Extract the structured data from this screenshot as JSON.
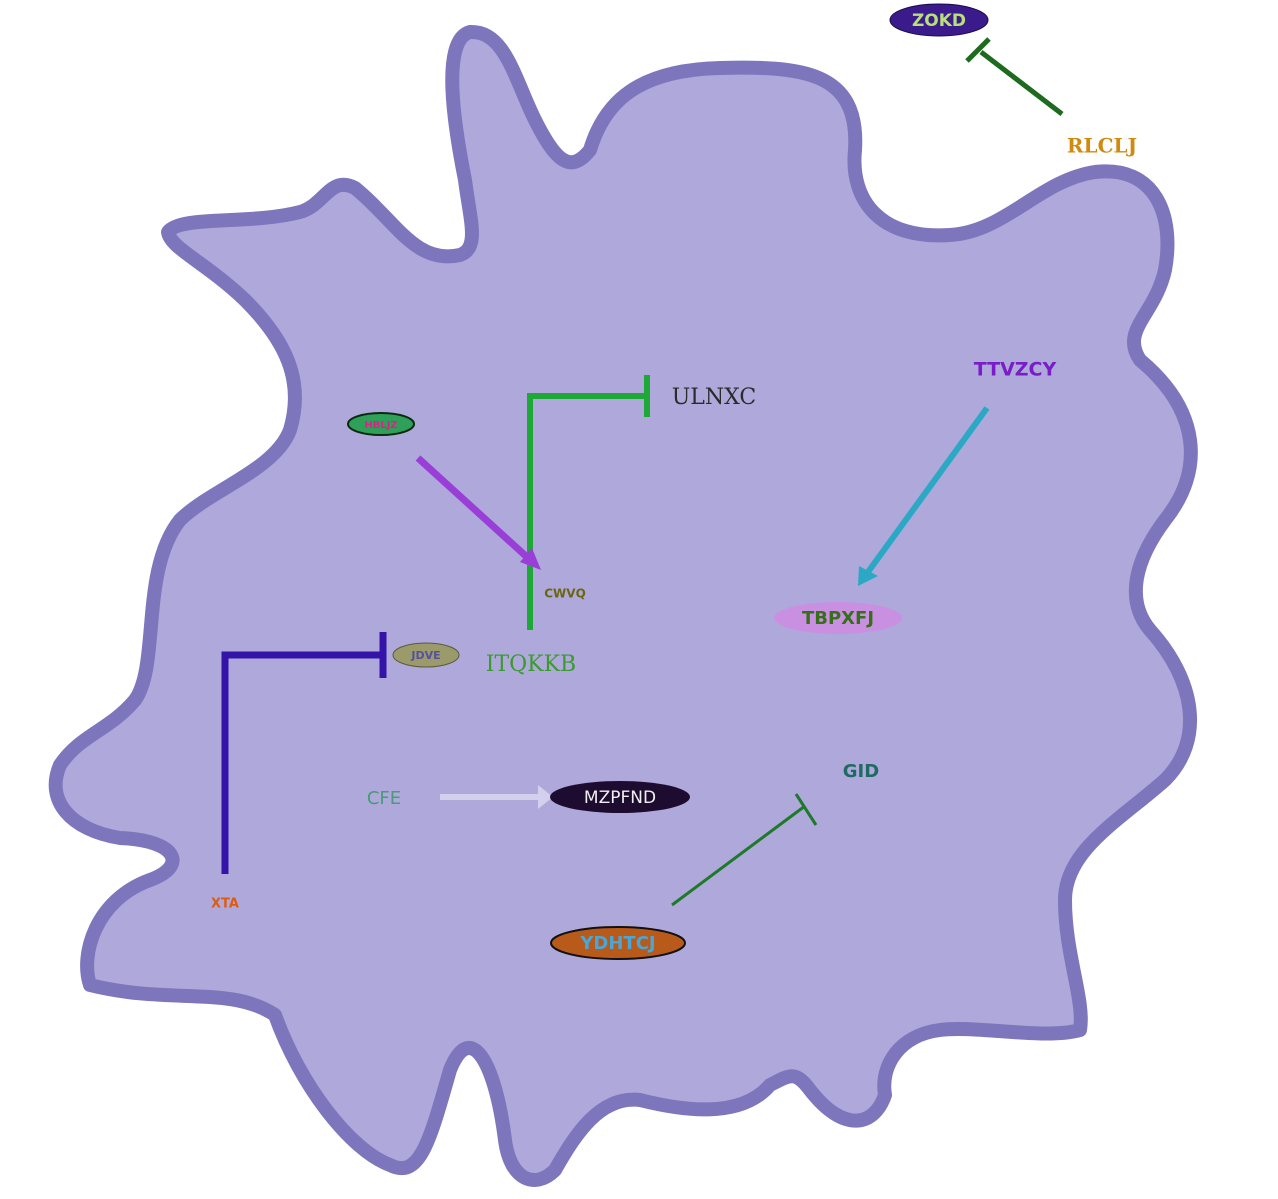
{
  "colors": {
    "cell_fill": "#aea9da",
    "cell_stroke": "#7d76bd"
  },
  "nodes": {
    "zokd": {
      "label": "ZOKD",
      "fill": "#3b1a8b",
      "text_color": "#b8e07a"
    },
    "rlclj": {
      "label": "RLCLJ",
      "text_color": "#d08a10"
    },
    "ulnxc": {
      "label": "ULNXC",
      "text_color": "#2a2a2a"
    },
    "ttvzcy": {
      "label": "TTVZCY",
      "text_color": "#7a1cc8"
    },
    "hbljz": {
      "label": "HBLJZ",
      "fill": "#2fa05a",
      "text_color": "#e0208a"
    },
    "cwvq": {
      "label": "CWVQ",
      "text_color": "#6b6510"
    },
    "tbpxfj": {
      "label": "TBPXFJ",
      "fill": "#c990e2",
      "text_color": "#356f1a"
    },
    "jdve": {
      "label": "JDVE",
      "fill": "#9a9a6a",
      "text_color": "#5650a0"
    },
    "itqkkb": {
      "label": "ITQKKB",
      "text_color": "#3b9a2e"
    },
    "gid": {
      "label": "GID",
      "text_color": "#1f6a63"
    },
    "cfe": {
      "label": "CFE",
      "text_color": "#4a9a78"
    },
    "mzpfnd": {
      "label": "MZPFND",
      "fill": "#1e0c30",
      "text_color": "#f0f0f0"
    },
    "xta": {
      "label": "XTA",
      "text_color": "#e05a10"
    },
    "ydhtcj": {
      "label": "YDHTCJ",
      "fill": "#b85a1a",
      "text_color": "#49a6d8"
    }
  },
  "edges": [
    {
      "from": "RLCLJ",
      "to": "ZOKD",
      "type": "inhibition",
      "color": "#1e6a1e"
    },
    {
      "from": "ITQKKB",
      "to": "ULNXC",
      "type": "inhibition",
      "color": "#1ea838"
    },
    {
      "from": "HBLJZ",
      "to": "CWVQ",
      "type": "activation",
      "color": "#9a3ed8"
    },
    {
      "from": "TTVZCY",
      "to": "TBPXFJ",
      "type": "activation",
      "color": "#2aa8c4"
    },
    {
      "from": "XTA",
      "to": "JDVE",
      "type": "inhibition",
      "color": "#3414a8"
    },
    {
      "from": "CFE",
      "to": "MZPFND",
      "type": "activation",
      "color": "#d2d0ec"
    },
    {
      "from": "YDHTCJ",
      "to": "GID",
      "type": "inhibition",
      "color": "#1e7a2a"
    }
  ]
}
